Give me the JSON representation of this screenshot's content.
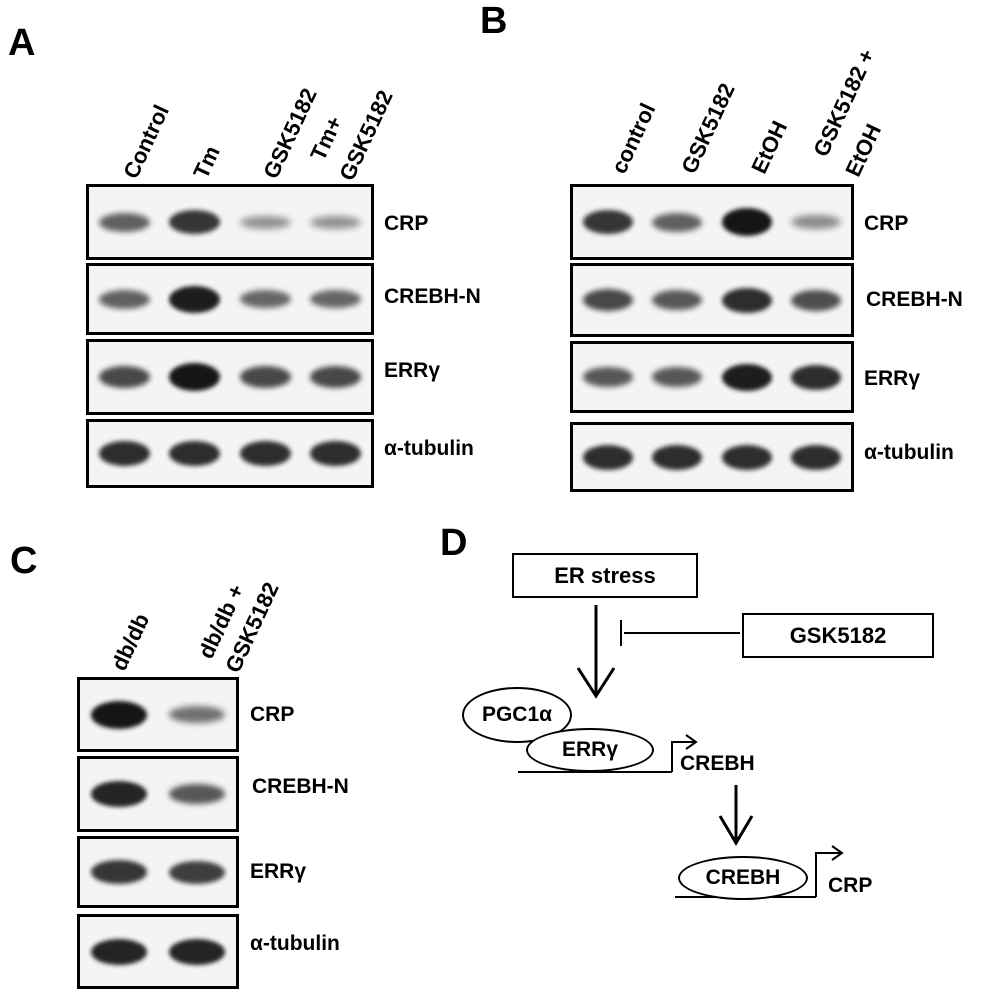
{
  "panels": {
    "A": {
      "letter": "A",
      "lanes": [
        "Control",
        "Tm",
        "GSK5182",
        "Tm+",
        "GSK5182"
      ],
      "blots": [
        {
          "label": "CRP",
          "intensity": [
            0.55,
            0.8,
            0.25,
            0.25
          ]
        },
        {
          "label": "CREBH-N",
          "intensity": [
            0.55,
            0.95,
            0.5,
            0.5
          ]
        },
        {
          "label": "ERRγ",
          "intensity": [
            0.7,
            1.0,
            0.7,
            0.7
          ]
        },
        {
          "label": "α-tubulin",
          "intensity": [
            0.85,
            0.85,
            0.85,
            0.85
          ]
        }
      ]
    },
    "B": {
      "letter": "B",
      "lanes": [
        "control",
        "GSK5182",
        "EtOH",
        "GSK5182 +",
        "EtOH"
      ],
      "blots": [
        {
          "label": "CRP",
          "intensity": [
            0.8,
            0.55,
            1.0,
            0.3
          ]
        },
        {
          "label": "CREBH-N",
          "intensity": [
            0.7,
            0.6,
            0.85,
            0.65
          ]
        },
        {
          "label": "ERRγ",
          "intensity": [
            0.6,
            0.6,
            0.95,
            0.85
          ]
        },
        {
          "label": "α-tubulin",
          "intensity": [
            0.85,
            0.85,
            0.85,
            0.85
          ]
        }
      ]
    },
    "C": {
      "letter": "C",
      "lanes": [
        "db/db",
        "db/db +",
        "GSK5182"
      ],
      "blots": [
        {
          "label": "CRP",
          "intensity": [
            1.0,
            0.45
          ]
        },
        {
          "label": "CREBH-N",
          "intensity": [
            0.9,
            0.6
          ]
        },
        {
          "label": "ERRγ",
          "intensity": [
            0.8,
            0.75
          ]
        },
        {
          "label": "α-tubulin",
          "intensity": [
            0.9,
            0.9
          ]
        }
      ]
    },
    "D": {
      "letter": "D",
      "er_stress": "ER stress",
      "gsk": "GSK5182",
      "pgc": "PGC1α",
      "err": "ERRγ",
      "crebh_gene": "CREBH",
      "crebh_protein": "CREBH",
      "crp_gene": "CRP"
    }
  }
}
